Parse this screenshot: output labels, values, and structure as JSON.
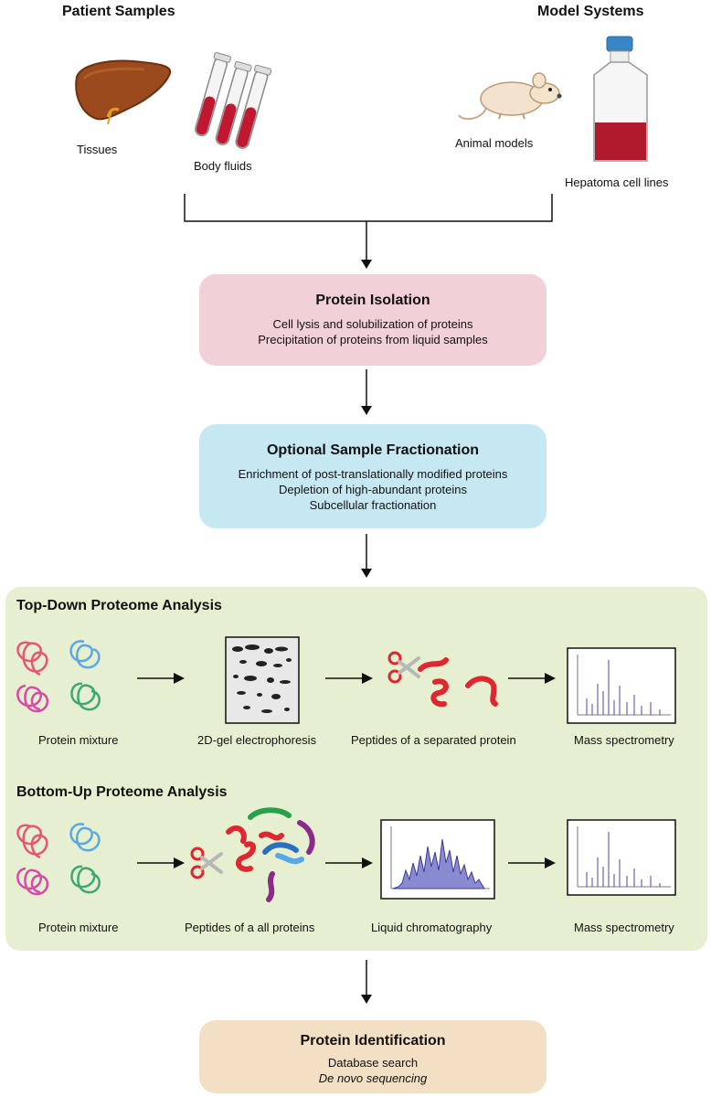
{
  "headers": {
    "patient_samples": "Patient Samples",
    "model_systems": "Model Systems"
  },
  "sources": {
    "tissues": "Tissues",
    "body_fluids": "Body fluids",
    "animal_models": "Animal models",
    "hepatoma_cell_lines": "Hepatoma cell lines"
  },
  "protein_isolation": {
    "title": "Protein Isolation",
    "lines": [
      "Cell lysis and solubilization of proteins",
      "Precipitation of proteins from liquid samples"
    ]
  },
  "fractionation": {
    "title": "Optional Sample Fractionation",
    "lines": [
      "Enrichment of post-translationally modified proteins",
      "Depletion of high-abundant proteins",
      "Subcellular fractionation"
    ]
  },
  "top_down": {
    "title": "Top-Down Proteome Analysis",
    "steps": [
      "Protein mixture",
      "2D-gel electrophoresis",
      "Peptides of a separated protein",
      "Mass spectrometry"
    ]
  },
  "bottom_up": {
    "title": "Bottom-Up Proteome Analysis",
    "steps": [
      "Protein mixture",
      "Peptides of a all proteins",
      "Liquid chromatography",
      "Mass spectrometry"
    ]
  },
  "identification": {
    "title": "Protein Identification",
    "line1": "Database search",
    "line2": "De novo sequencing"
  },
  "colors": {
    "pink_box": "#f2d0d8",
    "blue_box": "#c6e8f2",
    "green_panel": "#e6f0d0",
    "tan_box": "#f3e0c4",
    "blood_red": "#c01830",
    "peptide_red": "#e0262e"
  }
}
